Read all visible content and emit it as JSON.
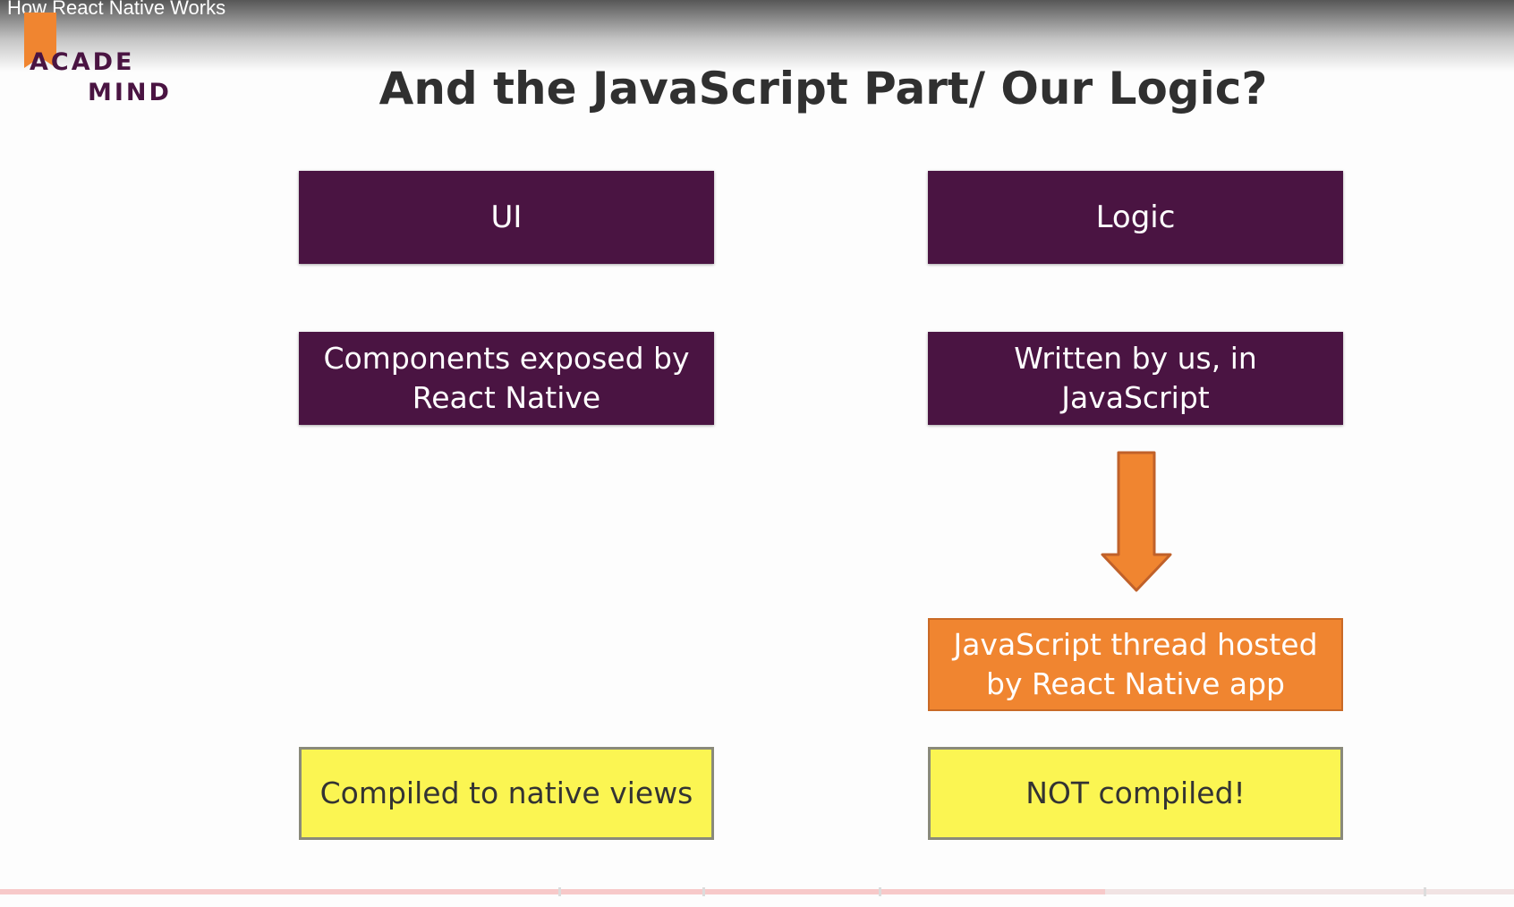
{
  "video": {
    "title": "How React Native Works",
    "progress_fraction": 0.73
  },
  "logo": {
    "line1": "ACADE",
    "line2": "MIND"
  },
  "slide": {
    "title": "And the JavaScript Part/ Our Logic?",
    "left_column": {
      "header": "UI",
      "description": [
        "Components exposed by",
        "React Native"
      ],
      "result": "Compiled to native views"
    },
    "right_column": {
      "header": "Logic",
      "description": [
        "Written by us, in",
        "JavaScript"
      ],
      "host": [
        "JavaScript thread hosted",
        "by React Native app"
      ],
      "result": "NOT compiled!"
    }
  },
  "colors": {
    "purple": "#4a1442",
    "orange": "#f08530",
    "yellow": "#fbf552"
  }
}
